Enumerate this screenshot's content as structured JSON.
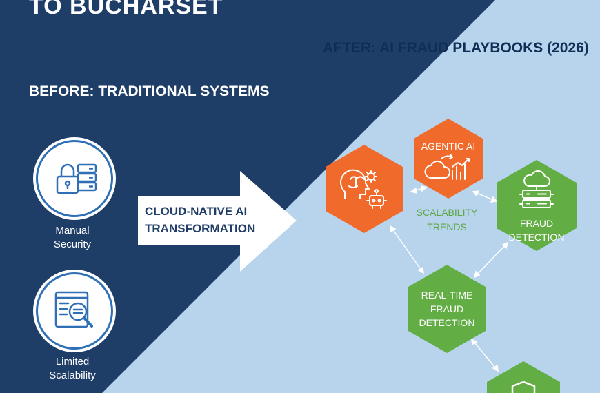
{
  "header": {
    "title": "TO BUCHARSET",
    "after_title": "AFTER: AI FRAUD PLAYBOOKS (2026)",
    "before_title": "BEFORE: TRADITIONAL SYSTEMS"
  },
  "before_items": [
    {
      "label_line1": "Manual",
      "label_line2": "Security",
      "icon": "lock-server-icon"
    },
    {
      "label_line1": "Limited",
      "label_line2": "Scalability",
      "icon": "magnifier-document-icon"
    }
  ],
  "arrow": {
    "line1": "CLOUD-NATIVE AI",
    "line2": "TRANSFORMATION"
  },
  "nodes": {
    "ai_brain": {
      "icon": "brain-gear-robot-icon"
    },
    "agentic_ai": {
      "label": "AGENTIC AI",
      "icon": "cloud-growth-chart-icon"
    },
    "fraud_detection": {
      "line1": "FRAUD",
      "line2": "DETECTION",
      "icon": "cloud-server-icon"
    },
    "realtime": {
      "line1": "REAL-TIME",
      "line2": "FRAUD",
      "line3": "DETECTION"
    },
    "shield": {
      "icon": "shield-icon"
    }
  },
  "scalability": {
    "line1": "SCALABILITY",
    "line2": "TRENDS"
  },
  "colors": {
    "dark_navy": "#1e3e68",
    "light_blue": "#b7d4ec",
    "orange": "#f06a2b",
    "green": "#63ad45",
    "circle_border": "#2f6fb6"
  }
}
